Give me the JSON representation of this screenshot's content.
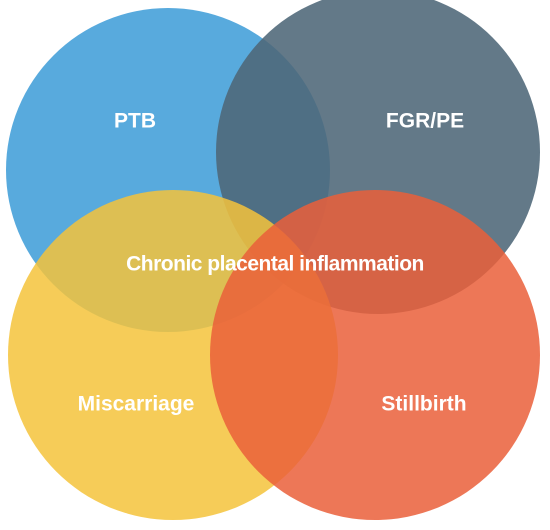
{
  "diagram": {
    "center_label": "Chronic placental inflammation",
    "sets": [
      {
        "label": "PTB",
        "color": "#4aa3da"
      },
      {
        "label": "FGR/PE",
        "color": "#4d6778"
      },
      {
        "label": "Miscarriage",
        "color": "#f5c33b"
      },
      {
        "label": "Stillbirth",
        "color": "#ea5f3a"
      }
    ]
  }
}
